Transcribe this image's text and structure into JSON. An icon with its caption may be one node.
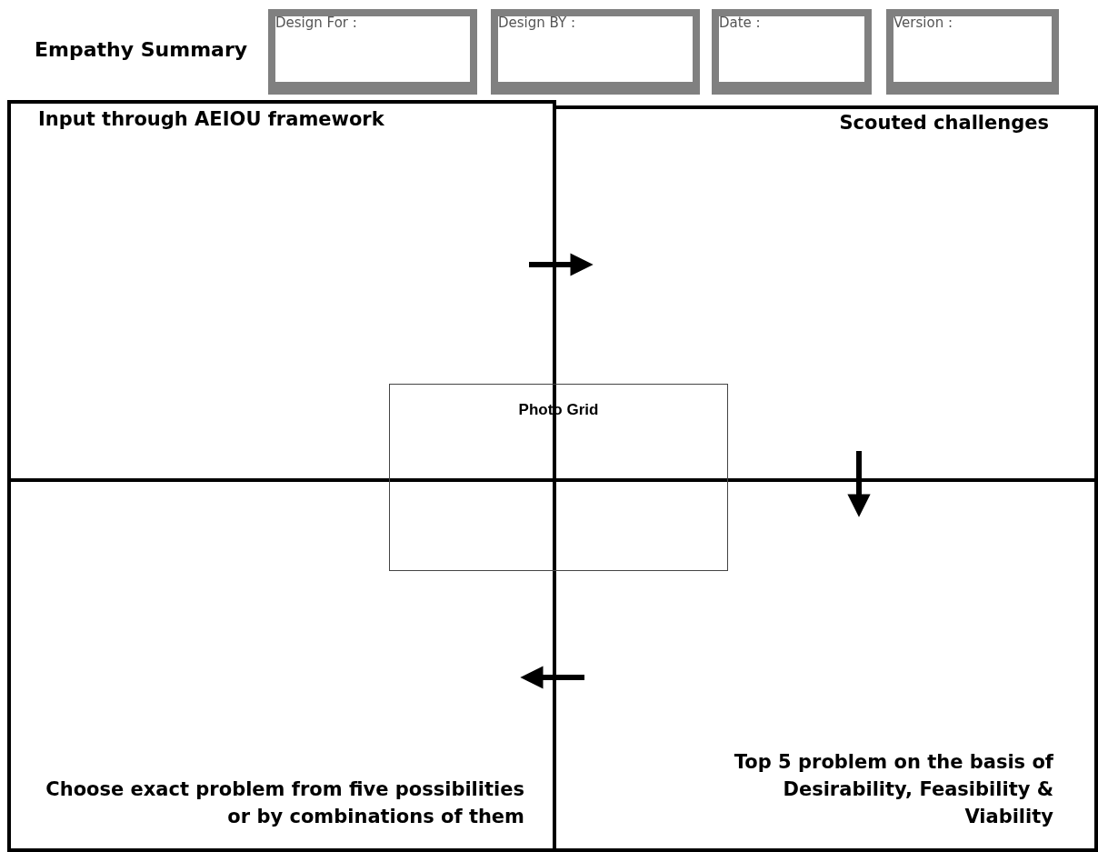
{
  "diagram": {
    "title": "Empathy Summary",
    "nodes": [
      {
        "text": [
          "Design For :"
        ]
      },
      {
        "text": [
          "Design BY :"
        ]
      },
      {
        "text": [
          "Date :"
        ]
      },
      {
        "text": [
          "Version :"
        ]
      },
      {
        "text": [
          "Input through AEIOU framework"
        ]
      },
      {
        "text": [
          "Scouted challenges"
        ]
      },
      {
        "text": [
          "Top 5 problem on the basis of Desirability, Feasibility & Viability"
        ]
      },
      {
        "text": [
          "Choose exact problem from five possibilities or by combinations of them"
        ]
      },
      {
        "text": [
          "Photo Grid"
        ]
      }
    ],
    "edges": [
      {
        "from": 4,
        "to": 5,
        "arrow": "to"
      },
      {
        "from": 5,
        "to": 6,
        "arrow": "to"
      },
      {
        "from": 6,
        "to": 7,
        "arrow": "to"
      }
    ]
  }
}
